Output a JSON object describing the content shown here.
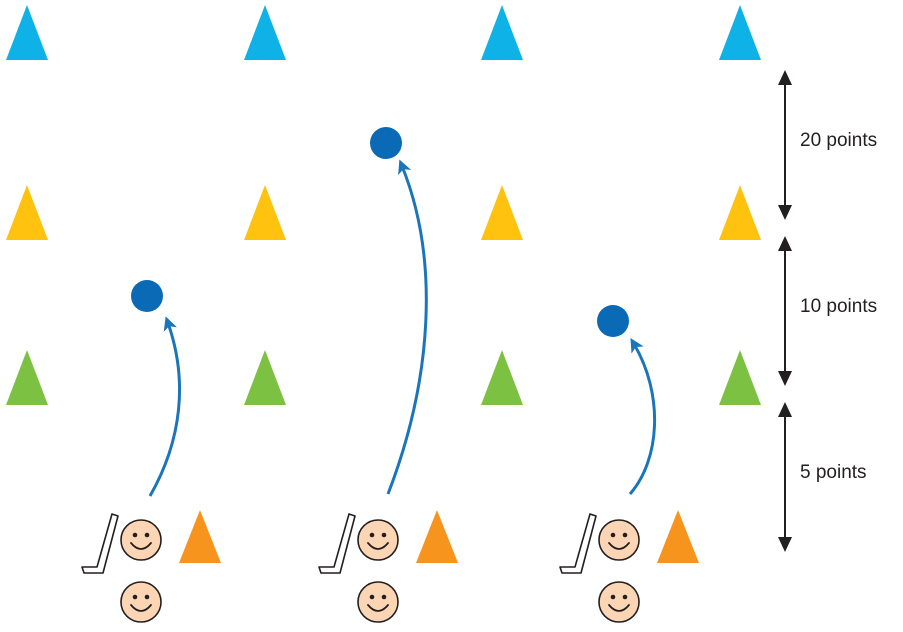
{
  "colors": {
    "row_top": "#0fb2e6",
    "row_middle": "#ffc20e",
    "row_bottom": "#7dc143",
    "ball": "#0a6ab6",
    "arrow": "#1b75bb",
    "player_cone": "#f7941d",
    "face_fill": "#fcd5b4",
    "outline": "#231f20"
  },
  "cone_rows": [
    {
      "row": "top",
      "color_key": "row_top"
    },
    {
      "row": "middle",
      "color_key": "row_middle"
    },
    {
      "row": "bottom",
      "color_key": "row_bottom"
    }
  ],
  "zones": [
    {
      "label": "20 points",
      "points": 20
    },
    {
      "label": "10 points",
      "points": 10
    },
    {
      "label": "5 points",
      "points": 5
    }
  ],
  "groups": [
    {
      "players": 2,
      "ball_lands_in_zone": 10,
      "icons": [
        "hockey-stick-icon",
        "smiley-face-icon",
        "orange-cone-icon"
      ]
    },
    {
      "players": 2,
      "ball_lands_in_zone": 20,
      "icons": [
        "hockey-stick-icon",
        "smiley-face-icon",
        "orange-cone-icon"
      ]
    },
    {
      "players": 2,
      "ball_lands_in_zone": 10,
      "icons": [
        "hockey-stick-icon",
        "smiley-face-icon",
        "orange-cone-icon"
      ]
    }
  ]
}
